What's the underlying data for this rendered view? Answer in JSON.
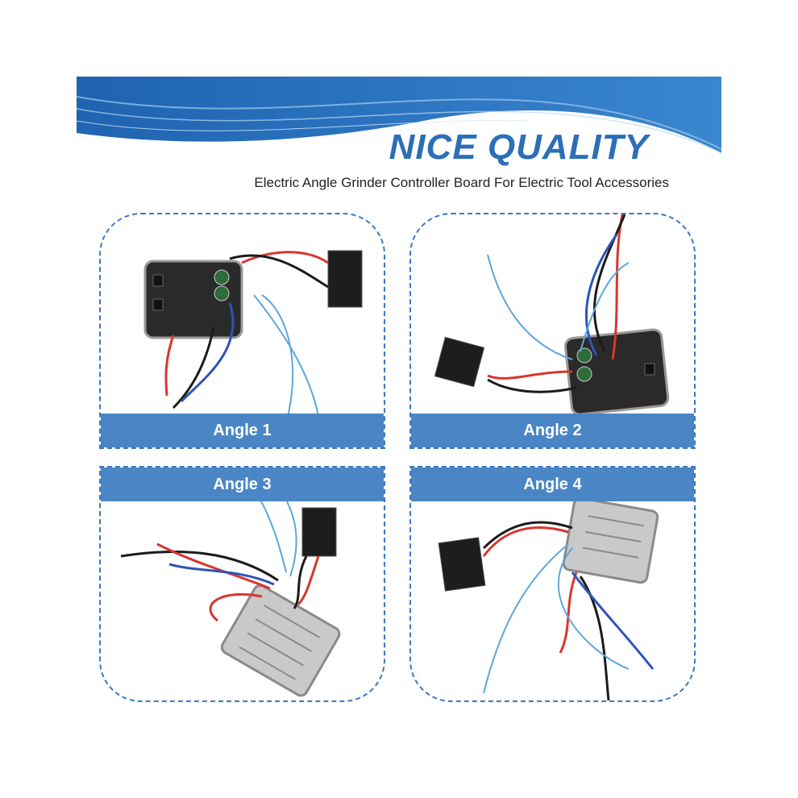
{
  "header": {
    "headline": "NICE QUALITY",
    "subtitle": "Electric Angle Grinder Controller Board For Electric Tool Accessories"
  },
  "panels": [
    {
      "label": "Angle 1"
    },
    {
      "label": "Angle 2"
    },
    {
      "label": "Angle 3"
    },
    {
      "label": "Angle 4"
    }
  ],
  "colors": {
    "accent": "#2b6fb7",
    "label_bar": "#4a86c6",
    "wire_red": "#d8362e",
    "wire_blue": "#2e54b8",
    "wire_light_blue": "#5da6dc",
    "wire_black": "#1b1b1b"
  }
}
